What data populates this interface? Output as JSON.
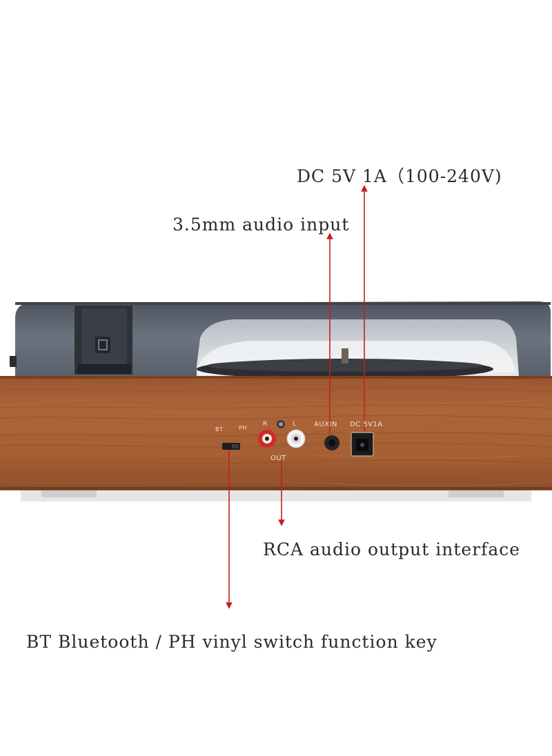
{
  "callouts": {
    "dc_power": "DC 5V 1A（100-240V)",
    "aux_input": "3.5mm audio input",
    "rca_output": "RCA audio output interface",
    "bt_ph_switch": "BT Bluetooth / PH vinyl switch function key"
  },
  "panel_markings": {
    "bt": "BT",
    "ph": "PH",
    "r": "R",
    "l": "L",
    "out": "OUT",
    "auxin": "AUXIN",
    "dc": "DC 5V1A"
  },
  "colors": {
    "wood": "#a35f33",
    "wood_dark": "#8a4b26",
    "lid": "#5d6572",
    "arrow": "#c0201f",
    "rca_red": "#d02a2a",
    "rca_white": "#f4f4f4"
  }
}
